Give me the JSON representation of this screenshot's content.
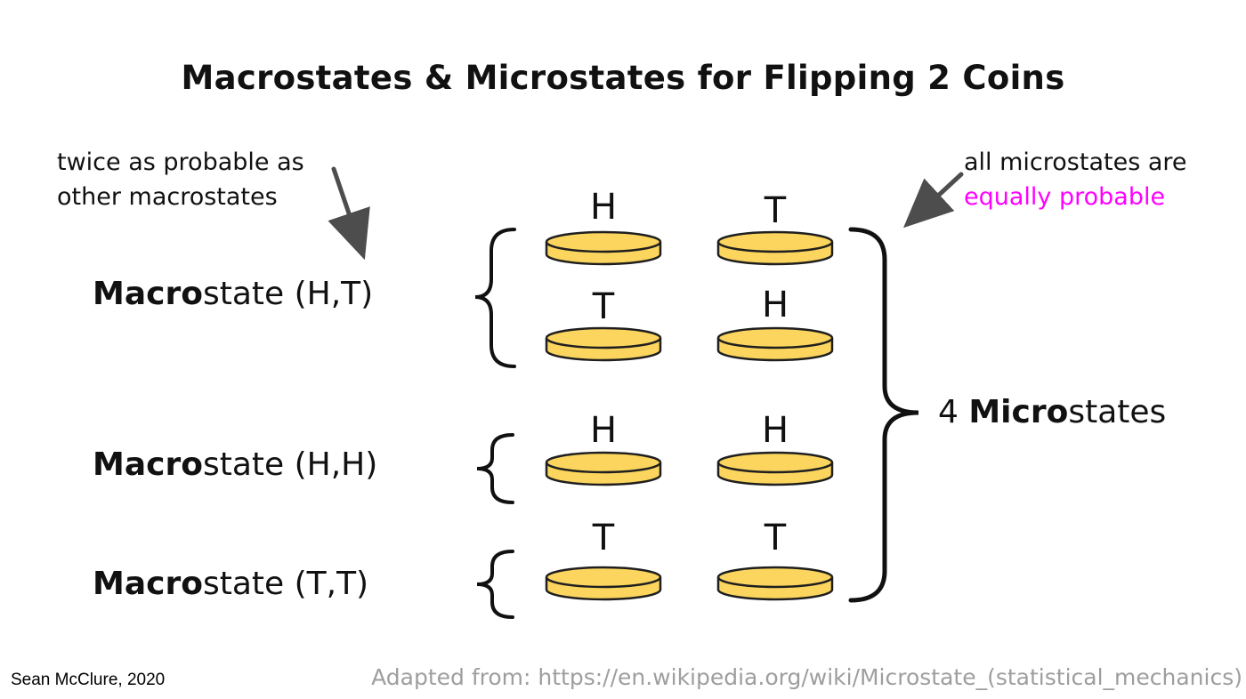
{
  "title": "Macrostates & Microstates for Flipping 2 Coins",
  "annotations": {
    "left_line1": "twice as probable as",
    "left_line2": "other macrostates",
    "right_line1": "all microstates are",
    "right_line2": "equally probable"
  },
  "macrostates": [
    {
      "bold": "Macro",
      "rest": "state (H,T)"
    },
    {
      "bold": "Macro",
      "rest": "state (H,H)"
    },
    {
      "bold": "Macro",
      "rest": "state (T,T)"
    }
  ],
  "coin_rows": [
    {
      "left": "H",
      "right": "T"
    },
    {
      "left": "T",
      "right": "H"
    },
    {
      "left": "H",
      "right": "H"
    },
    {
      "left": "T",
      "right": "T"
    }
  ],
  "microstates": {
    "prefix": "4 ",
    "bold": "Micro",
    "rest": "states"
  },
  "footer": {
    "credit": "Sean McClure, 2020",
    "source": "Adapted from: https://en.wikipedia.org/wiki/Microstate_(statistical_mechanics)"
  },
  "colors": {
    "coin_fill": "#FBD55E",
    "coin_stroke": "#1f1f1f",
    "arrow": "#4d4d4d",
    "highlight": "#FF00FF",
    "source_text": "#9e9e9e"
  }
}
